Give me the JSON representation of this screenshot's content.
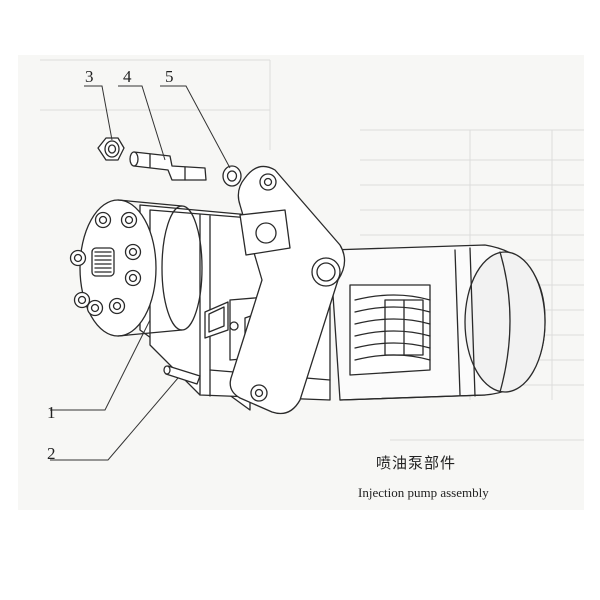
{
  "callouts": {
    "c1": "1",
    "c2": "2",
    "c3": "3",
    "c4": "4",
    "c5": "5"
  },
  "caption": {
    "chinese": "喷油泵部件",
    "english": "Injection pump assembly"
  },
  "colors": {
    "ink": "#2a2a2a",
    "paper": "#f7f7f5",
    "faint_table": "#d9d9d9"
  }
}
